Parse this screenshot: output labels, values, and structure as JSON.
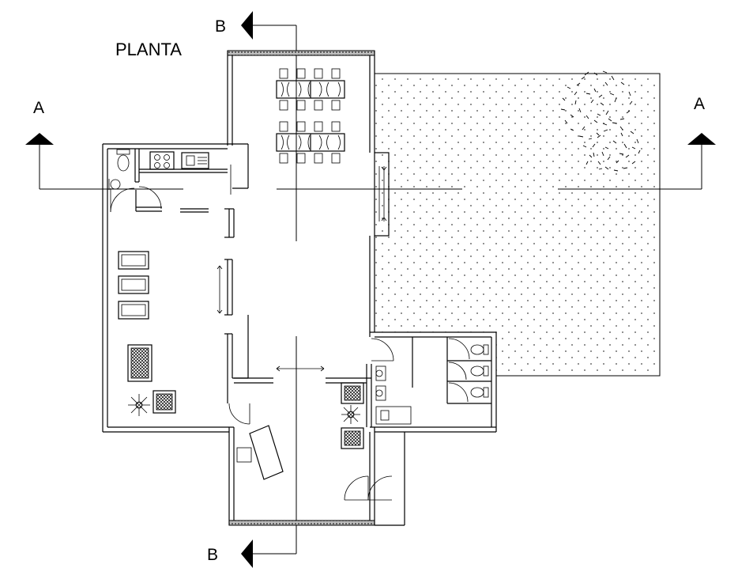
{
  "drawing": {
    "title": "PLANTA",
    "section_a": "A",
    "section_b": "B"
  },
  "colors": {
    "line": "#000000",
    "wall_hatch": "#7a7a7a",
    "background": "#ffffff"
  }
}
